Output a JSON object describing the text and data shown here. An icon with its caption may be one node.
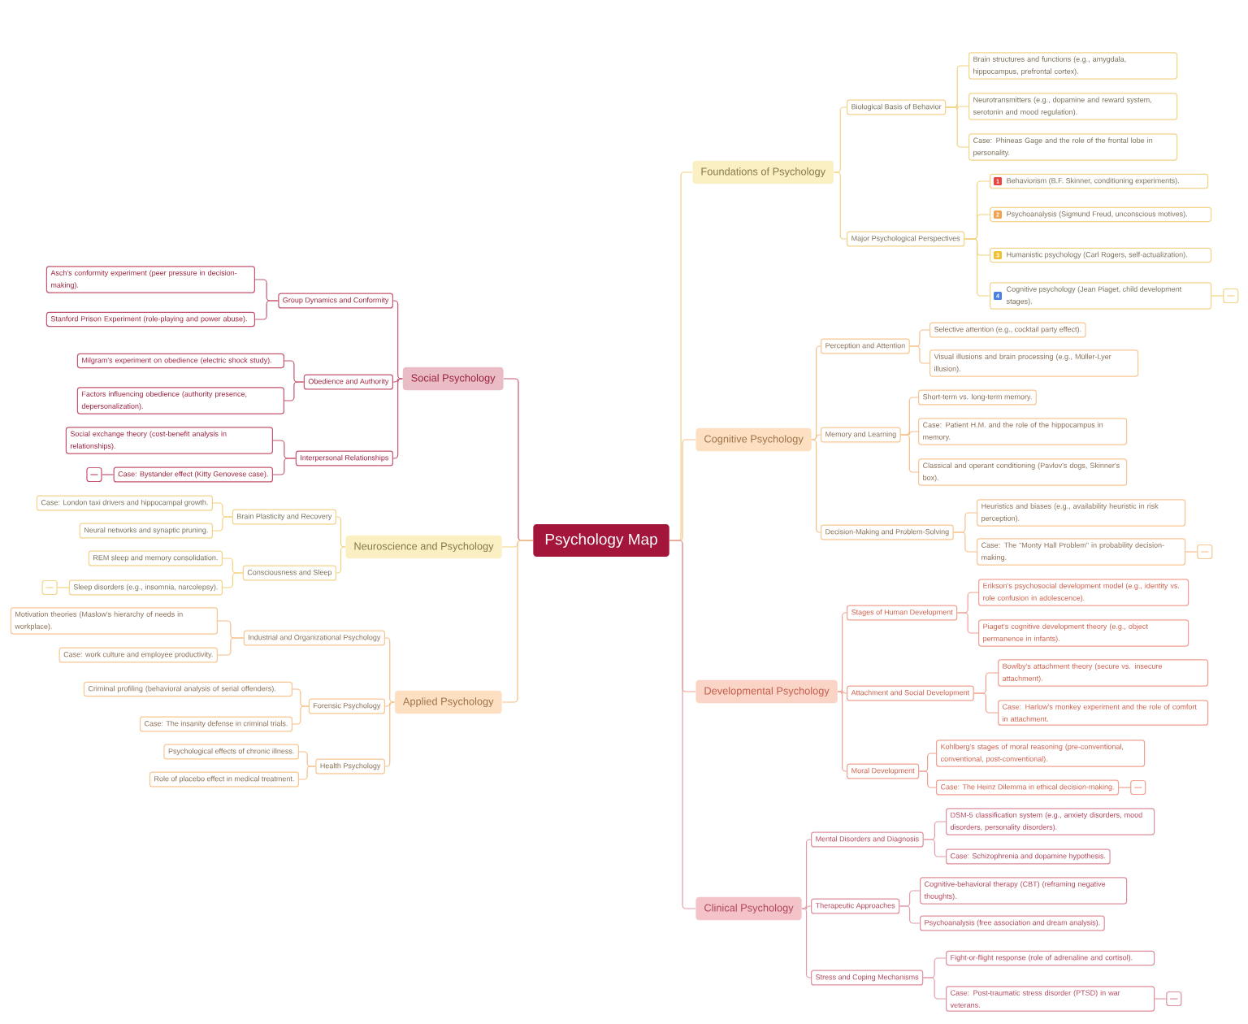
{
  "diagram": {
    "nodes": [
      {
        "text": [
          "Psychology Map"
        ]
      },
      {
        "text": [
          "Foundations of Psychology"
        ]
      },
      {
        "text": [
          "Biological Basis of Behavior"
        ]
      },
      {
        "text": [
          "Brain structures and functions (e.g., amygdala, hippocampus, prefrontal cortex)."
        ]
      },
      {
        "text": [
          "Neurotransmitters (e.g., dopamine and reward system, serotonin and mood regulation)."
        ]
      },
      {
        "text": [
          "Case: Phineas Gage and the role of the frontal lobe in personality."
        ]
      },
      {
        "text": [
          "Major Psychological Perspectives"
        ]
      },
      {
        "text": [
          "1",
          "Behaviorism (B.F. Skinner, conditioning experiments)."
        ]
      },
      {
        "text": [
          "2",
          "Psychoanalysis (Sigmund Freud, unconscious motives)."
        ]
      },
      {
        "text": [
          "3",
          "Humanistic psychology (Carl Rogers, self-actualization)."
        ]
      },
      {
        "text": [
          "4",
          "Cognitive psychology (Jean Piaget, child development stages)."
        ]
      },
      {
        "text": [],
        "shape": "box"
      },
      {
        "text": [
          "Cognitive Psychology"
        ]
      },
      {
        "text": [
          "Perception and Attention"
        ]
      },
      {
        "text": [
          "Selective attention (e.g., cocktail party effect)."
        ]
      },
      {
        "text": [
          "Visual illusions and brain processing (e.g., Müller-Lyer illusion)."
        ]
      },
      {
        "text": [
          "Memory and Learning"
        ]
      },
      {
        "text": [
          "Short-term vs. long-term memory."
        ]
      },
      {
        "text": [
          "Case: Patient H.M. and the role of the hippocampus in memory."
        ]
      },
      {
        "text": [
          "Classical and operant conditioning (Pavlov's dogs, Skinner's box)."
        ]
      },
      {
        "text": [
          "Decision-Making and Problem-Solving"
        ]
      },
      {
        "text": [
          "Heuristics and biases (e.g., availability heuristic in risk perception)."
        ]
      },
      {
        "text": [
          "Case: The \"Monty Hall Problem\" in probability decision-making."
        ]
      },
      {
        "text": [],
        "shape": "box"
      },
      {
        "text": [
          "Developmental Psychology"
        ]
      },
      {
        "text": [
          "Stages of Human Development"
        ]
      },
      {
        "text": [
          "Erikson's psychosocial development model (e.g., identity vs. role confusion in adolescence)."
        ]
      },
      {
        "text": [
          "Piaget's cognitive development theory (e.g., object permanence in infants)."
        ]
      },
      {
        "text": [
          "Attachment and Social Development"
        ]
      },
      {
        "text": [
          "Bowlby's attachment theory (secure vs. insecure attachment)."
        ]
      },
      {
        "text": [
          "Case: Harlow's monkey experiment and the role of comfort in attachment."
        ]
      },
      {
        "text": [
          "Moral Development"
        ]
      },
      {
        "text": [
          "Kohlberg's stages of moral reasoning (pre-conventional, conventional, post-conventional)."
        ]
      },
      {
        "text": [
          "Case: The Heinz Dilemma in ethical decision-making."
        ]
      },
      {
        "text": [],
        "shape": "box"
      },
      {
        "text": [
          "Clinical Psychology"
        ]
      },
      {
        "text": [
          "Mental Disorders and Diagnosis"
        ]
      },
      {
        "text": [
          "DSM-5 classification system (e.g., anxiety disorders, mood disorders, personality disorders)."
        ]
      },
      {
        "text": [
          "Case: Schizophrenia and dopamine hypothesis."
        ]
      },
      {
        "text": [
          "Therapeutic Approaches"
        ]
      },
      {
        "text": [
          "Cognitive-behavioral therapy (CBT) (reframing negative thoughts)."
        ]
      },
      {
        "text": [
          "Psychoanalysis (free association and dream analysis)."
        ]
      },
      {
        "text": [
          "Stress and Coping Mechanisms"
        ]
      },
      {
        "text": [
          "Fight-or-flight response (role of adrenaline and cortisol)."
        ]
      },
      {
        "text": [
          "Case: Post-traumatic stress disorder (PTSD) in war veterans."
        ]
      },
      {
        "text": [],
        "shape": "box"
      },
      {
        "text": [
          "Social Psychology"
        ]
      },
      {
        "text": [
          "Group Dynamics and Conformity"
        ]
      },
      {
        "text": [
          "Asch's conformity experiment (peer pressure in decision-making)."
        ]
      },
      {
        "text": [
          "Stanford Prison Experiment (role-playing and power abuse)."
        ]
      },
      {
        "text": [
          "Obedience and Authority"
        ]
      },
      {
        "text": [
          "Milgram's experiment on obedience (electric shock study)."
        ]
      },
      {
        "text": [
          "Factors influencing obedience (authority presence, depersonalization)."
        ]
      },
      {
        "text": [
          "Interpersonal Relationships"
        ]
      },
      {
        "text": [
          "Social exchange theory (cost-benefit analysis in relationships)."
        ]
      },
      {
        "text": [
          "Case: Bystander effect (Kitty Genovese case)."
        ]
      },
      {
        "text": [],
        "shape": "box"
      },
      {
        "text": [
          "Neuroscience and Psychology"
        ]
      },
      {
        "text": [
          "Brain Plasticity and Recovery"
        ]
      },
      {
        "text": [
          "Case: London taxi drivers and hippocampal growth."
        ]
      },
      {
        "text": [
          "Neural networks and synaptic pruning."
        ]
      },
      {
        "text": [
          "Consciousness and Sleep"
        ]
      },
      {
        "text": [
          "REM sleep and memory consolidation."
        ]
      },
      {
        "text": [
          "Sleep disorders (e.g., insomnia, narcolepsy)."
        ]
      },
      {
        "text": [],
        "shape": "box"
      },
      {
        "text": [
          "Applied Psychology"
        ]
      },
      {
        "text": [
          "Industrial and Organizational Psychology"
        ]
      },
      {
        "text": [
          "Motivation theories (Maslow's hierarchy of needs in workplace)."
        ]
      },
      {
        "text": [
          "Case: work culture and employee productivity."
        ]
      },
      {
        "text": [
          "Forensic Psychology"
        ]
      },
      {
        "text": [
          "Criminal profiling (behavioral analysis of serial offenders)."
        ]
      },
      {
        "text": [
          "Case: The insanity defense in criminal trials."
        ]
      },
      {
        "text": [
          "Health Psychology"
        ]
      },
      {
        "text": [
          "Psychological effects of chronic illness."
        ]
      },
      {
        "text": [
          "Role of placebo effect in medical treatment."
        ]
      }
    ],
    "edges": [
      {
        "from": 0,
        "to": 1,
        "arrow": "none",
        "color": "#f1d27c"
      },
      {
        "from": 1,
        "to": 2,
        "arrow": "none",
        "color": "#f1d27c"
      },
      {
        "from": 2,
        "to": 3,
        "arrow": "none",
        "color": "#f1d27c"
      },
      {
        "from": 2,
        "to": 4,
        "arrow": "none",
        "color": "#f1d27c"
      },
      {
        "from": 2,
        "to": 5,
        "arrow": "none",
        "color": "#f1d27c"
      },
      {
        "from": 1,
        "to": 6,
        "arrow": "none",
        "color": "#f1d27c"
      },
      {
        "from": 6,
        "to": 7,
        "arrow": "none",
        "color": "#f1d27c"
      },
      {
        "from": 6,
        "to": 8,
        "arrow": "none",
        "color": "#f1d27c"
      },
      {
        "from": 6,
        "to": 9,
        "arrow": "none",
        "color": "#f1d27c"
      },
      {
        "from": 6,
        "to": 10,
        "arrow": "none",
        "color": "#f1d27c"
      },
      {
        "from": 10,
        "to": 11,
        "arrow": "none",
        "color": "#f1d27c"
      },
      {
        "from": 0,
        "to": 12,
        "arrow": "none"
      },
      {
        "from": 12,
        "to": 13,
        "arrow": "none"
      },
      {
        "from": 13,
        "to": 14,
        "arrow": "none"
      },
      {
        "from": 13,
        "to": 15,
        "arrow": "none"
      },
      {
        "from": 12,
        "to": 16,
        "arrow": "none"
      },
      {
        "from": 16,
        "to": 17,
        "arrow": "none"
      },
      {
        "from": 16,
        "to": 18,
        "arrow": "none"
      },
      {
        "from": 16,
        "to": 19,
        "arrow": "none"
      },
      {
        "from": 12,
        "to": 20,
        "arrow": "none"
      },
      {
        "from": 20,
        "to": 21,
        "arrow": "none"
      },
      {
        "from": 20,
        "to": 22,
        "arrow": "none"
      },
      {
        "from": 22,
        "to": 23,
        "arrow": "none"
      },
      {
        "from": 0,
        "to": 24,
        "arrow": "none",
        "color": "#f0a08f"
      },
      {
        "from": 24,
        "to": 25,
        "arrow": "none",
        "color": "#f0a08f"
      },
      {
        "from": 25,
        "to": 26,
        "arrow": "none",
        "color": "#f0a08f"
      },
      {
        "from": 25,
        "to": 27,
        "arrow": "none",
        "color": "#f0a08f"
      },
      {
        "from": 24,
        "to": 28,
        "arrow": "none",
        "color": "#f0a08f"
      },
      {
        "from": 28,
        "to": 29,
        "arrow": "none",
        "color": "#f0a08f"
      },
      {
        "from": 28,
        "to": 30,
        "arrow": "none",
        "color": "#f0a08f"
      },
      {
        "from": 24,
        "to": 31,
        "arrow": "none",
        "color": "#f0a08f"
      },
      {
        "from": 31,
        "to": 32,
        "arrow": "none",
        "color": "#f0a08f"
      },
      {
        "from": 31,
        "to": 33,
        "arrow": "none",
        "color": "#f0a08f"
      },
      {
        "from": 33,
        "to": 34,
        "arrow": "none",
        "color": "#f0a08f"
      },
      {
        "from": 0,
        "to": 35,
        "arrow": "none",
        "color": "#e49aa6"
      },
      {
        "from": 35,
        "to": 36,
        "arrow": "none",
        "color": "#e49aa6"
      },
      {
        "from": 36,
        "to": 37,
        "arrow": "none",
        "color": "#e49aa6"
      },
      {
        "from": 36,
        "to": 38,
        "arrow": "none",
        "color": "#e49aa6"
      },
      {
        "from": 35,
        "to": 39,
        "arrow": "none",
        "color": "#e49aa6"
      },
      {
        "from": 39,
        "to": 40,
        "arrow": "none",
        "color": "#e49aa6"
      },
      {
        "from": 39,
        "to": 41,
        "arrow": "none",
        "color": "#e49aa6"
      },
      {
        "from": 35,
        "to": 42,
        "arrow": "none",
        "color": "#e49aa6"
      },
      {
        "from": 42,
        "to": 43,
        "arrow": "none",
        "color": "#e49aa6"
      },
      {
        "from": 42,
        "to": 44,
        "arrow": "none",
        "color": "#e49aa6"
      },
      {
        "from": 44,
        "to": 45,
        "arrow": "none",
        "color": "#e49aa6"
      },
      {
        "from": 0,
        "to": 46,
        "arrow": "none",
        "color": "#c9566f"
      },
      {
        "from": 46,
        "to": 47,
        "arrow": "none",
        "color": "#c9566f"
      },
      {
        "from": 47,
        "to": 48,
        "arrow": "none",
        "color": "#c9566f"
      },
      {
        "from": 47,
        "to": 49,
        "arrow": "none",
        "color": "#c9566f"
      },
      {
        "from": 46,
        "to": 50,
        "arrow": "none",
        "color": "#c9566f"
      },
      {
        "from": 50,
        "to": 51,
        "arrow": "none",
        "color": "#c9566f"
      },
      {
        "from": 50,
        "to": 52,
        "arrow": "none",
        "color": "#c9566f"
      },
      {
        "from": 46,
        "to": 53,
        "arrow": "none",
        "color": "#c9566f"
      },
      {
        "from": 53,
        "to": 54,
        "arrow": "none",
        "color": "#c9566f"
      },
      {
        "from": 53,
        "to": 55,
        "arrow": "none",
        "color": "#c9566f"
      },
      {
        "from": 55,
        "to": 56,
        "arrow": "none",
        "color": "#c9566f"
      },
      {
        "from": 0,
        "to": 57,
        "arrow": "none",
        "color": "#f1d27c"
      },
      {
        "from": 57,
        "to": 58,
        "arrow": "none",
        "color": "#f1d27c"
      },
      {
        "from": 58,
        "to": 59,
        "arrow": "none",
        "color": "#f1d27c"
      },
      {
        "from": 58,
        "to": 60,
        "arrow": "none",
        "color": "#f1d27c"
      },
      {
        "from": 57,
        "to": 61,
        "arrow": "none",
        "color": "#f1d27c"
      },
      {
        "from": 61,
        "to": 62,
        "arrow": "none",
        "color": "#f1d27c"
      },
      {
        "from": 61,
        "to": 63,
        "arrow": "none",
        "color": "#f1d27c"
      },
      {
        "from": 63,
        "to": 64,
        "arrow": "none",
        "color": "#f1d27c"
      },
      {
        "from": 0,
        "to": 65,
        "arrow": "none"
      },
      {
        "from": 65,
        "to": 66,
        "arrow": "none"
      },
      {
        "from": 66,
        "to": 67,
        "arrow": "none"
      },
      {
        "from": 66,
        "to": 68,
        "arrow": "none"
      },
      {
        "from": 65,
        "to": 69,
        "arrow": "none"
      },
      {
        "from": 69,
        "to": 70,
        "arrow": "none"
      },
      {
        "from": 69,
        "to": 71,
        "arrow": "none"
      },
      {
        "from": 65,
        "to": 72,
        "arrow": "none"
      },
      {
        "from": 72,
        "to": 73,
        "arrow": "none"
      },
      {
        "from": 72,
        "to": 74,
        "arrow": "none"
      }
    ]
  }
}
